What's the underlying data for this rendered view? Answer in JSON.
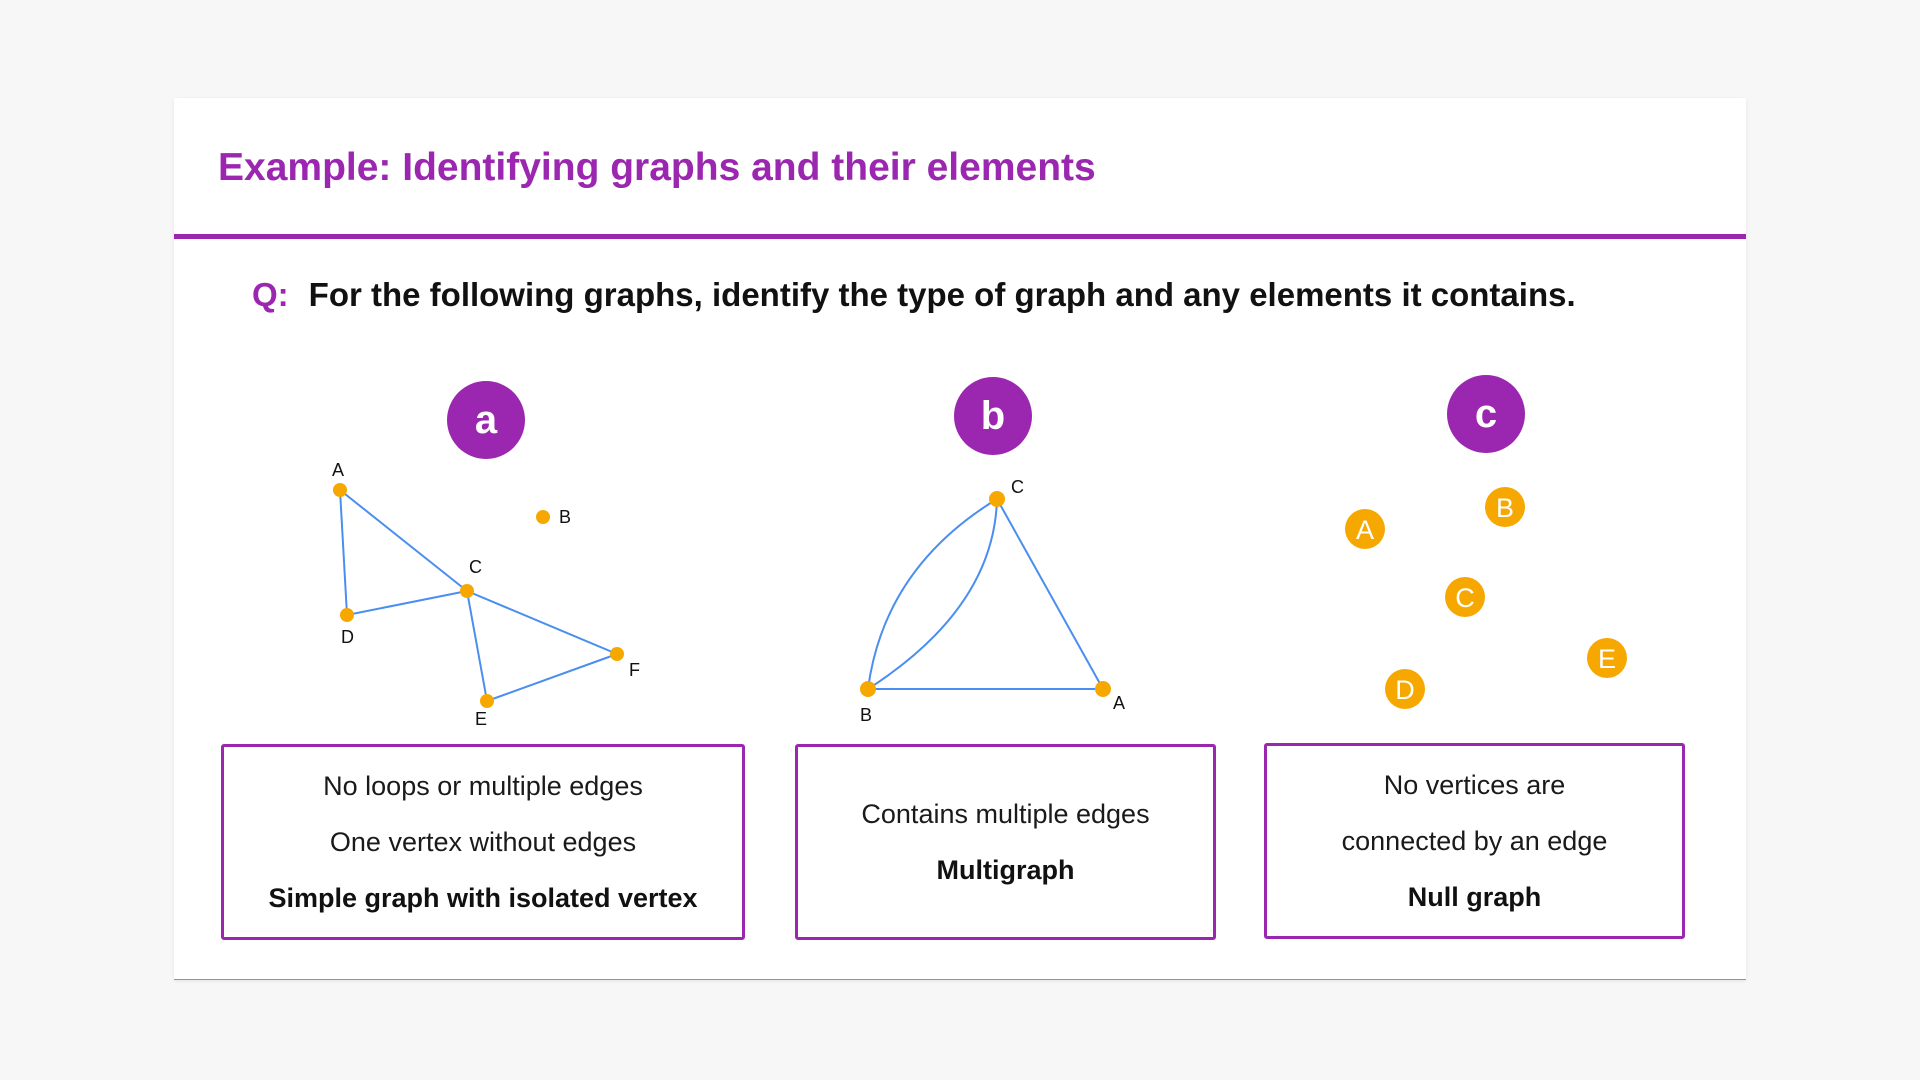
{
  "title": "Example: Identifying graphs and their elements",
  "question": {
    "label": "Q:",
    "text": "For the following graphs, identify the type of graph and any elements it contains."
  },
  "colors": {
    "accent": "#9b27b0",
    "vertex": "#f7a800",
    "edge": "#4a8ef0"
  },
  "graphs": {
    "a": {
      "badge": "a",
      "vertex_labels": {
        "A": "A",
        "B": "B",
        "C": "C",
        "D": "D",
        "E": "E",
        "F": "F"
      },
      "edges": [
        [
          "A",
          "C"
        ],
        [
          "A",
          "D"
        ],
        [
          "D",
          "C"
        ],
        [
          "C",
          "E"
        ],
        [
          "C",
          "F"
        ],
        [
          "E",
          "F"
        ]
      ],
      "box_lines": [
        "No loops or multiple edges",
        "One vertex without edges"
      ],
      "box_conclusion": "Simple graph with isolated vertex"
    },
    "b": {
      "badge": "b",
      "vertex_labels": {
        "A": "A",
        "B": "B",
        "C": "C"
      },
      "edges": [
        [
          "B",
          "C"
        ],
        [
          "B",
          "C"
        ],
        [
          "C",
          "A"
        ],
        [
          "B",
          "A"
        ]
      ],
      "box_lines": [
        "Contains multiple edges"
      ],
      "box_conclusion": "Multigraph"
    },
    "c": {
      "badge": "c",
      "vertex_labels": {
        "A": "A",
        "B": "B",
        "C": "C",
        "D": "D",
        "E": "E"
      },
      "edges": [],
      "box_lines": [
        "No vertices are",
        "connected by an edge"
      ],
      "box_conclusion": "Null graph"
    }
  }
}
